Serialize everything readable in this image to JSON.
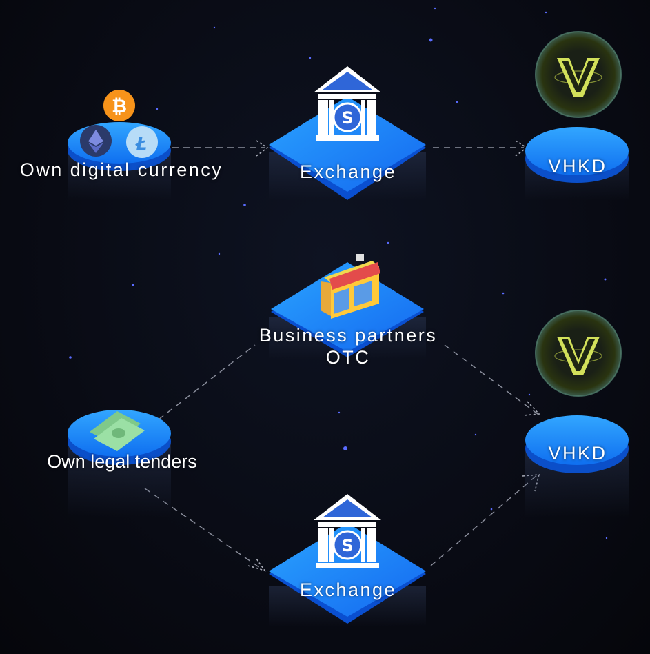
{
  "nodes": {
    "own_digital_currency": "Own digital currency",
    "exchange_top": "Exchange",
    "vhkd_top": "VHKD",
    "business_partners_line1": "Business partners",
    "business_partners_line2": "OTC",
    "own_legal_tenders": "Own legal tenders",
    "vhkd_bottom": "VHKD",
    "exchange_bottom": "Exchange"
  },
  "colors": {
    "background": "#090b14",
    "platform_blue": "#1a8dff",
    "platform_edge": "#0a55d6",
    "coin_gold": "#c8d84a",
    "bitcoin_orange": "#f7931a"
  }
}
